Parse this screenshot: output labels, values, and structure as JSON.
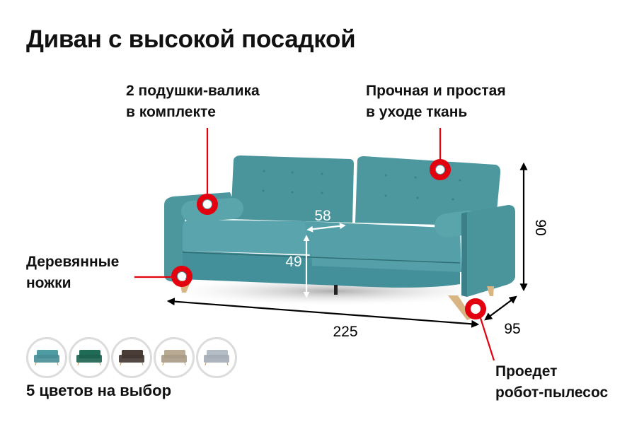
{
  "title": "Диван с высокой посадкой",
  "features": {
    "bolsters": [
      "2 подушки-валика",
      "в комплекте"
    ],
    "fabric": [
      "Прочная и простая",
      "в уходе ткань"
    ],
    "legs": [
      "Деревянные",
      "ножки"
    ],
    "robot": [
      "Проедет",
      "робот-пылесос"
    ]
  },
  "dimensions": {
    "width": "225",
    "depth": "95",
    "height": "90",
    "seat_height": "49",
    "seat_depth": "58"
  },
  "colors": {
    "label": "5 цветов на выбор",
    "options": [
      {
        "name": "teal",
        "hex": "#4f9ba3"
      },
      {
        "name": "green",
        "hex": "#1f6b56"
      },
      {
        "name": "brown",
        "hex": "#4a3d37"
      },
      {
        "name": "beige",
        "hex": "#b9ab93"
      },
      {
        "name": "grey",
        "hex": "#b4bcc6"
      }
    ]
  },
  "accent": "#e3000f",
  "fabric_color": "#4f9ba3"
}
